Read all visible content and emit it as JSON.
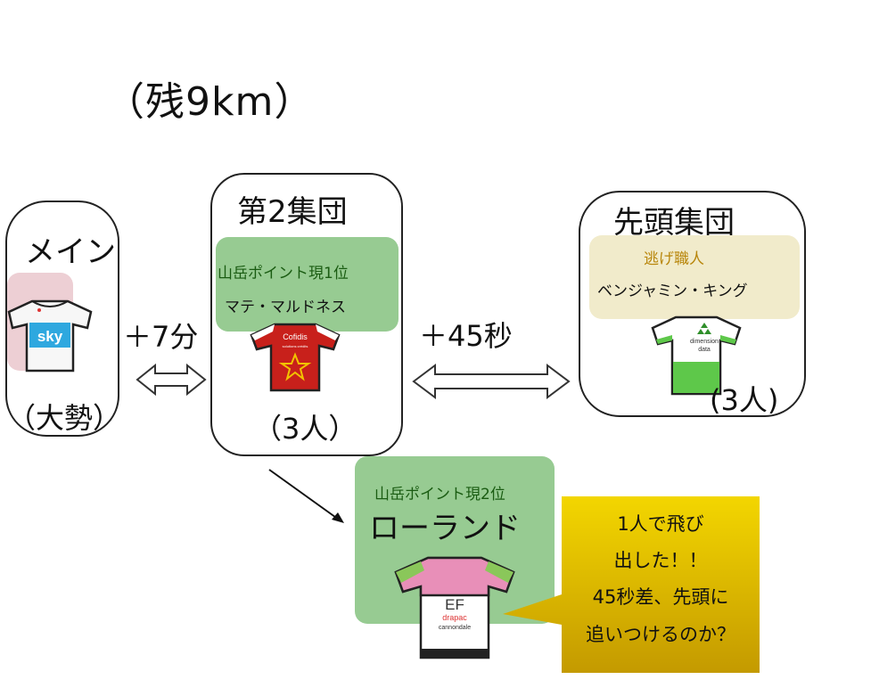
{
  "title": "（残9km）",
  "main_group": {
    "label": "メイン",
    "count": "（大勢）",
    "jersey_text": "sky",
    "jersey_color": "#2ea8df"
  },
  "gap_main_to_second": "＋7分",
  "second_group": {
    "label": "第2集団",
    "info_line1": "山岳ポイント現1位",
    "info_line2": "マテ・マルドネス",
    "count": "（3人）",
    "jersey_text": "Cofidis",
    "jersey_sub": "solutions crédits",
    "jersey_color": "#c8201b"
  },
  "gap_second_to_lead": "＋45秒",
  "lead_group": {
    "label": "先頭集団",
    "info_line1": "逃げ職人",
    "info_line2": "ベンジャミン・キング",
    "count": "(3人)",
    "jersey_text1": "dimension",
    "jersey_text2": "data",
    "jersey_color": "#5ec84a"
  },
  "rider_box": {
    "info": "山岳ポイント現2位",
    "name": "ローランド",
    "jersey_text": "EF",
    "jersey_sub1": "drapac",
    "jersey_sub2": "cannondale",
    "jersey_color": "#e88fb8",
    "shoulder_color": "#8ac75a"
  },
  "callout": {
    "line1": "1人で飛び",
    "line2": "出した！！",
    "line3": "45秒差、先頭に",
    "line4": "追いつけるのか？",
    "color": "#e8c000"
  }
}
